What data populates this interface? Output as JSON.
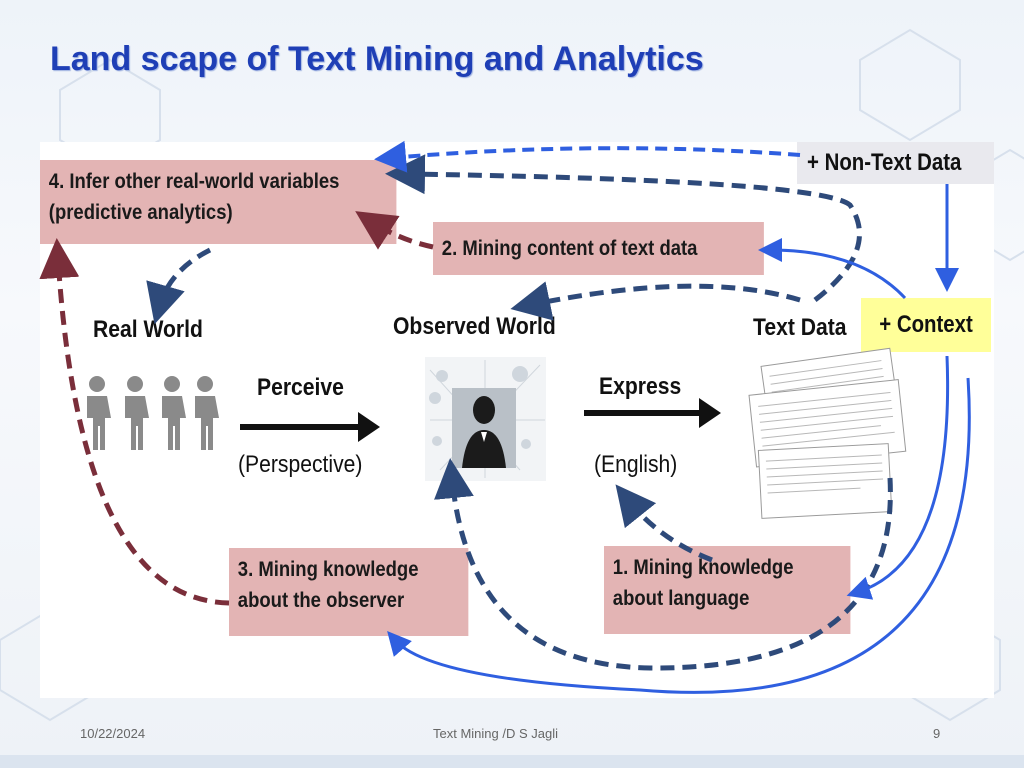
{
  "slide": {
    "title": "Land scape of Text Mining and Analytics"
  },
  "diagram": {
    "box_infer_line1": "4. Infer other real-world variables",
    "box_infer_line2": "(predictive analytics)",
    "box_content": "2. Mining content of text data",
    "box_observer_line1": "3. Mining knowledge",
    "box_observer_line2": "about the observer",
    "box_language_line1": "1. Mining knowledge",
    "box_language_line2": "about  language",
    "non_text_data": "+ Non-Text Data",
    "context": "+ Context",
    "real_world": "Real World",
    "observed_world": "Observed World",
    "text_data": "Text Data",
    "perceive": "Perceive",
    "perspective": "(Perspective)",
    "express": "Express",
    "english": "(English)",
    "colors": {
      "box_fill": "#e3b4b4",
      "dashed_navy": "#2e4a7a",
      "dashed_maroon": "#7a2e3a",
      "solid_blue": "#2f5fe0",
      "context_fill": "#ffff99",
      "title": "#1f3fb6"
    }
  },
  "footer": {
    "date": "10/22/2024",
    "center": "Text Mining /D S Jagli",
    "page": "9"
  }
}
